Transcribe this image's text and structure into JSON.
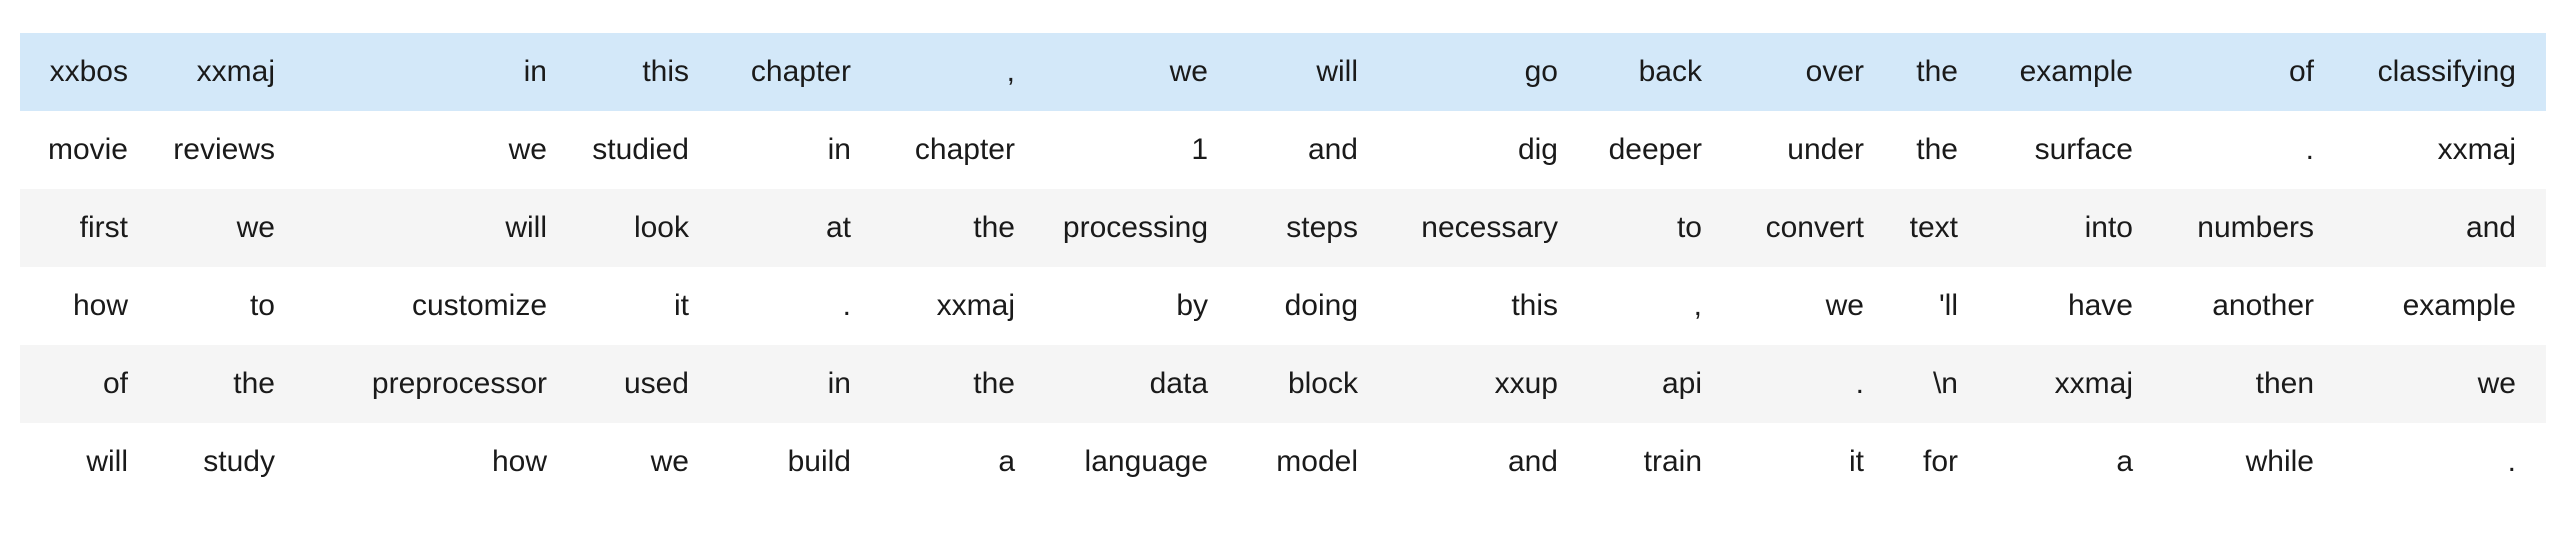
{
  "colors": {
    "highlight_row": "#d3e8f9",
    "stripe_row": "#f5f5f5",
    "default_row": "#ffffff",
    "text": "#1a1a1a"
  },
  "table": {
    "columns": 15,
    "rows": [
      {
        "highlighted": true,
        "tokens": [
          "xxbos",
          "xxmaj",
          "in",
          "this",
          "chapter",
          ",",
          "we",
          "will",
          "go",
          "back",
          "over",
          "the",
          "example",
          "of",
          "classifying"
        ]
      },
      {
        "highlighted": false,
        "tokens": [
          "movie",
          "reviews",
          "we",
          "studied",
          "in",
          "chapter",
          "1",
          "and",
          "dig",
          "deeper",
          "under",
          "the",
          "surface",
          ".",
          "xxmaj"
        ]
      },
      {
        "highlighted": false,
        "tokens": [
          "first",
          "we",
          "will",
          "look",
          "at",
          "the",
          "processing",
          "steps",
          "necessary",
          "to",
          "convert",
          "text",
          "into",
          "numbers",
          "and"
        ]
      },
      {
        "highlighted": false,
        "tokens": [
          "how",
          "to",
          "customize",
          "it",
          ".",
          "xxmaj",
          "by",
          "doing",
          "this",
          ",",
          "we",
          "'ll",
          "have",
          "another",
          "example"
        ]
      },
      {
        "highlighted": false,
        "tokens": [
          "of",
          "the",
          "preprocessor",
          "used",
          "in",
          "the",
          "data",
          "block",
          "xxup",
          "api",
          ".",
          "\\n",
          "xxmaj",
          "then",
          "we"
        ]
      },
      {
        "highlighted": false,
        "tokens": [
          "will",
          "study",
          "how",
          "we",
          "build",
          "a",
          "language",
          "model",
          "and",
          "train",
          "it",
          "for",
          "a",
          "while",
          "."
        ]
      }
    ]
  }
}
